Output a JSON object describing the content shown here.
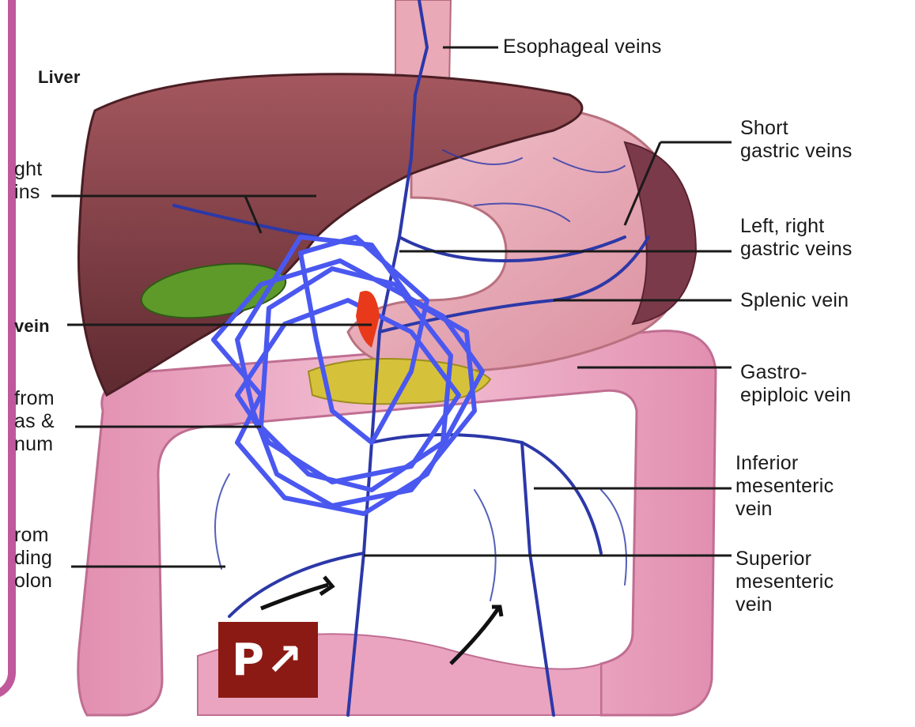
{
  "labels": {
    "liver": "Liver",
    "esophageal": "Esophageal veins",
    "short_gastric": [
      "Short",
      "gastric veins"
    ],
    "left_right_gastric": [
      "Left, right",
      "gastric veins"
    ],
    "splenic": "Splenic vein",
    "gastroepiploic": [
      "Gastro-",
      "epiploic vein"
    ],
    "inferior_mesenteric": [
      "Inferior",
      "mesenteric",
      "vein"
    ],
    "superior_mesenteric": [
      "Superior",
      "mesenteric",
      "vein"
    ],
    "left_cut_1": [
      "ght",
      "ins"
    ],
    "left_cut_2": "vein",
    "left_cut_3": [
      "from",
      "as &",
      "num"
    ],
    "left_cut_4": [
      "rom",
      "ding",
      "olon"
    ]
  },
  "badge": {
    "text": "P↗",
    "color": "#8b1a14"
  },
  "colors": {
    "frame": "#c0589c",
    "liver": "#7a3a3f",
    "stomach": "#eaa8b4",
    "intestine": "#e79bb8",
    "vein": "#2c38a8",
    "gallbladder": "#5d9a2a",
    "pancreas": "#d6c23a",
    "scribble": "#4a58f0",
    "highlight": "#e83a1a"
  }
}
